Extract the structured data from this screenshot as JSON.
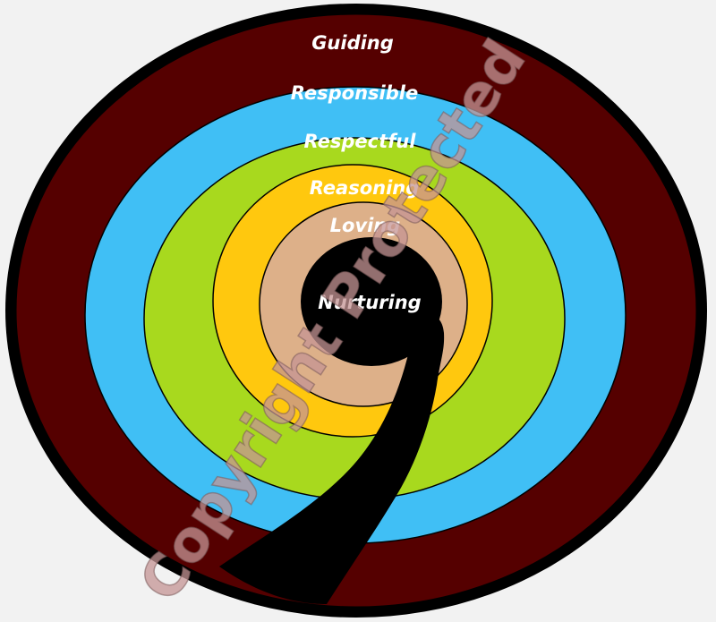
{
  "rings": [
    {
      "label": "Guiding",
      "color": "#550000"
    },
    {
      "label": "Responsible",
      "color": "#40bff5"
    },
    {
      "label": "Respectful",
      "color": "#a8d91e"
    },
    {
      "label": "Reasoning",
      "color": "#ffc80e"
    },
    {
      "label": "Loving",
      "color": "#ddb089"
    },
    {
      "label": "Nurturing",
      "color": "#000000"
    }
  ],
  "watermark": "Copyright Protected",
  "outline_color": "#000000"
}
